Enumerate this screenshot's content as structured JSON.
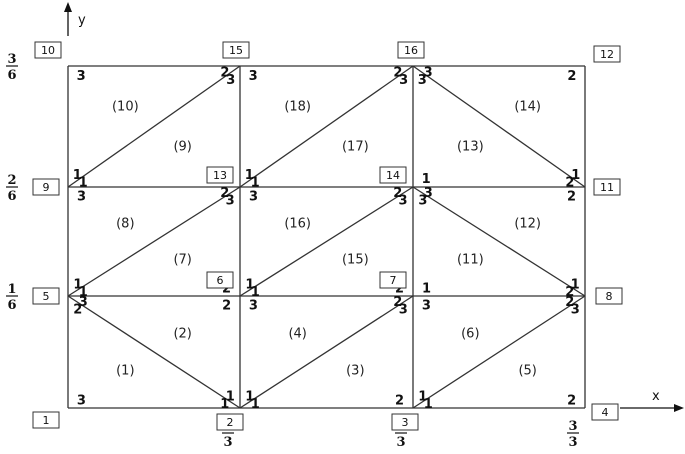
{
  "axes": {
    "x_label": "x",
    "y_label": "y"
  },
  "tick_labels": {
    "x": [
      {
        "num": "1",
        "den": "3"
      },
      {
        "num": "2",
        "den": "3"
      },
      {
        "num": "3",
        "den": "3"
      }
    ],
    "y": [
      {
        "num": "1",
        "den": "6"
      },
      {
        "num": "2",
        "den": "6"
      },
      {
        "num": "3",
        "den": "6"
      }
    ]
  },
  "nodes": [
    {
      "id": "1",
      "i": 0,
      "j": 0
    },
    {
      "id": "2",
      "i": 1,
      "j": 0
    },
    {
      "id": "3",
      "i": 2,
      "j": 0
    },
    {
      "id": "4",
      "i": 3,
      "j": 0
    },
    {
      "id": "5",
      "i": 0,
      "j": 1
    },
    {
      "id": "6",
      "i": 1,
      "j": 1
    },
    {
      "id": "7",
      "i": 2,
      "j": 1
    },
    {
      "id": "8",
      "i": 3,
      "j": 1
    },
    {
      "id": "9",
      "i": 0,
      "j": 2
    },
    {
      "id": "13",
      "i": 1,
      "j": 2
    },
    {
      "id": "14",
      "i": 2,
      "j": 2
    },
    {
      "id": "11",
      "i": 3,
      "j": 2
    },
    {
      "id": "10",
      "i": 0,
      "j": 3
    },
    {
      "id": "15",
      "i": 1,
      "j": 3
    },
    {
      "id": "16",
      "i": 2,
      "j": 3
    },
    {
      "id": "12",
      "i": 3,
      "j": 3
    }
  ],
  "elements": [
    {
      "label": "(1)",
      "corners": {
        "1": [
          1,
          0
        ],
        "2": [
          0,
          1
        ],
        "3": [
          0,
          0
        ]
      }
    },
    {
      "label": "(2)",
      "corners": {
        "1": [
          1,
          0
        ],
        "2": [
          1,
          1
        ],
        "3": [
          0,
          1
        ]
      }
    },
    {
      "label": "(3)",
      "corners": {
        "1": [
          1,
          0
        ],
        "2": [
          2,
          0
        ],
        "3": [
          2,
          1
        ]
      }
    },
    {
      "label": "(4)",
      "corners": {
        "1": [
          1,
          0
        ],
        "2": [
          2,
          1
        ],
        "3": [
          1,
          1
        ]
      }
    },
    {
      "label": "(5)",
      "corners": {
        "1": [
          2,
          0
        ],
        "2": [
          3,
          0
        ],
        "3": [
          3,
          1
        ]
      }
    },
    {
      "label": "(6)",
      "corners": {
        "1": [
          2,
          0
        ],
        "2": [
          3,
          1
        ],
        "3": [
          2,
          1
        ]
      }
    },
    {
      "label": "(7)",
      "corners": {
        "1": [
          0,
          1
        ],
        "2": [
          1,
          1
        ],
        "3": [
          1,
          2
        ]
      }
    },
    {
      "label": "(8)",
      "corners": {
        "1": [
          0,
          1
        ],
        "2": [
          1,
          2
        ],
        "3": [
          0,
          2
        ]
      }
    },
    {
      "label": "(9)",
      "corners": {
        "1": [
          0,
          2
        ],
        "2": [
          1,
          2
        ],
        "3": [
          1,
          3
        ]
      }
    },
    {
      "label": "(10)",
      "corners": {
        "1": [
          0,
          2
        ],
        "2": [
          1,
          3
        ],
        "3": [
          0,
          3
        ]
      }
    },
    {
      "label": "(11)",
      "corners": {
        "1": [
          2,
          1
        ],
        "2": [
          3,
          1
        ],
        "3": [
          2,
          2
        ]
      }
    },
    {
      "label": "(12)",
      "corners": {
        "1": [
          3,
          1
        ],
        "2": [
          3,
          2
        ],
        "3": [
          2,
          2
        ]
      }
    },
    {
      "label": "(13)",
      "corners": {
        "1": [
          2,
          2
        ],
        "2": [
          3,
          2
        ],
        "3": [
          2,
          3
        ]
      }
    },
    {
      "label": "(14)",
      "corners": {
        "1": [
          3,
          2
        ],
        "2": [
          3,
          3
        ],
        "3": [
          2,
          3
        ]
      }
    },
    {
      "label": "(15)",
      "corners": {
        "1": [
          1,
          1
        ],
        "2": [
          2,
          1
        ],
        "3": [
          2,
          2
        ]
      }
    },
    {
      "label": "(16)",
      "corners": {
        "1": [
          1,
          1
        ],
        "2": [
          2,
          2
        ],
        "3": [
          1,
          2
        ]
      }
    },
    {
      "label": "(17)",
      "corners": {
        "1": [
          1,
          2
        ],
        "2": [
          2,
          2
        ],
        "3": [
          2,
          3
        ]
      }
    },
    {
      "label": "(18)",
      "corners": {
        "1": [
          1,
          2
        ],
        "2": [
          2,
          3
        ],
        "3": [
          1,
          3
        ]
      }
    }
  ]
}
